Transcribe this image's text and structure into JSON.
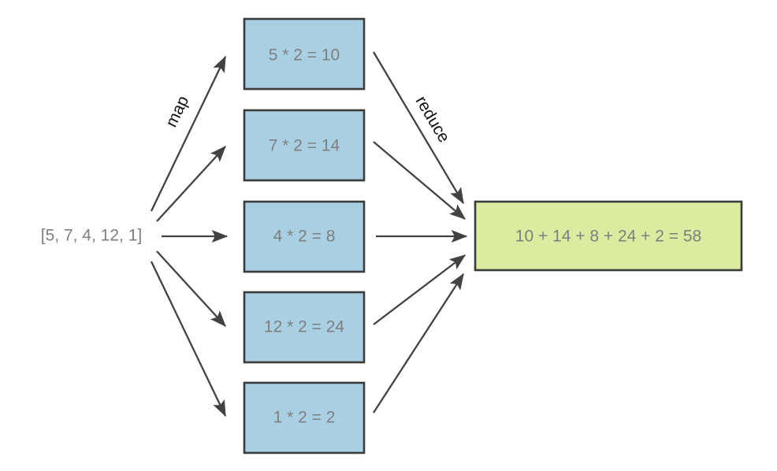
{
  "diagram": {
    "title": "map-reduce dataflow diagram",
    "colors": {
      "box_blue_fill": "#a9cfe3",
      "box_green_fill": "#d9ecA0",
      "box_border": "#3b3b3b",
      "node_text": "#7f7f7f",
      "edge": "#424242",
      "edge_label_text": "#111111",
      "background": "#ffffff"
    },
    "input": {
      "label": "[5, 7, 4, 12, 1]"
    },
    "edge_labels": {
      "map": "map",
      "reduce": "reduce"
    },
    "map_nodes": [
      {
        "label": "5 * 2 = 10"
      },
      {
        "label": "7 * 2 = 14"
      },
      {
        "label": "4 * 2 = 8"
      },
      {
        "label": "12 * 2 = 24"
      },
      {
        "label": "1 * 2 = 2"
      }
    ],
    "result": {
      "label": "10 + 14 + 8 + 24 + 2 = 58"
    }
  }
}
